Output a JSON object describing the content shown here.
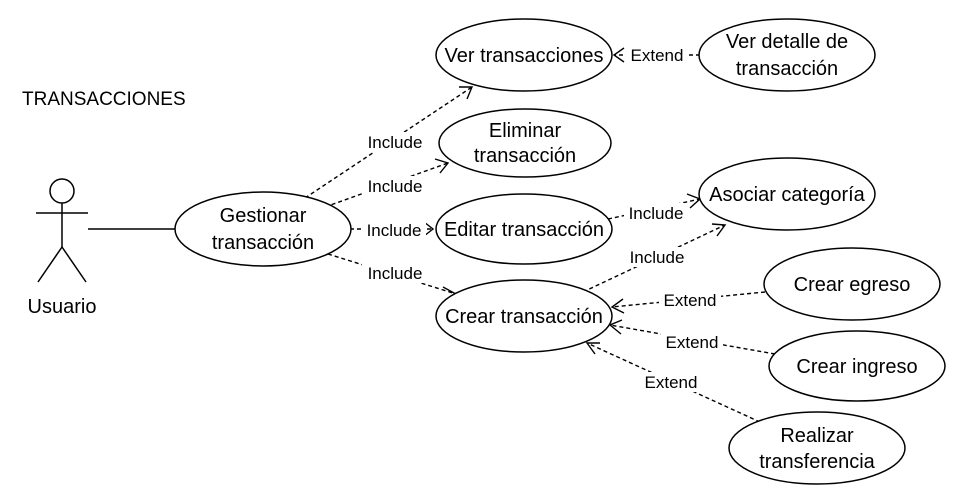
{
  "diagram": {
    "title": "TRANSACCIONES",
    "actor": {
      "name": "Usuario"
    },
    "use_cases": {
      "gestionar": [
        "Gestionar",
        "transacción"
      ],
      "ver": [
        "Ver transacciones"
      ],
      "eliminar": [
        "Eliminar",
        "transacción"
      ],
      "editar": [
        "Editar transacción"
      ],
      "crear": [
        "Crear transacción"
      ],
      "ver_detalle": [
        "Ver detalle de",
        "transacción"
      ],
      "asociar": [
        "Asociar categoría"
      ],
      "crear_egreso": [
        "Crear egreso"
      ],
      "crear_ingreso": [
        "Crear ingreso"
      ],
      "realizar": [
        "Realizar",
        "transferencia"
      ]
    },
    "relations": {
      "gestionar_ver": "Include",
      "gestionar_eliminar": "Include",
      "gestionar_editar": "Include",
      "gestionar_crear": "Include",
      "detalle_ver": "Extend",
      "editar_asociar": "Include",
      "crear_asociar": "Include",
      "egreso_crear": "Extend",
      "ingreso_crear": "Extend",
      "realizar_crear": "Extend"
    }
  }
}
